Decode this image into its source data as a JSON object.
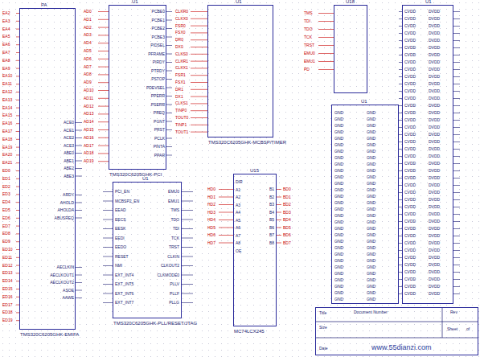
{
  "diagram": {
    "nodes": [
      {
        "text": [
          "PA",
          "TMS320C6205GHK-EMIFA"
        ]
      },
      {
        "text": [
          "U1",
          "TMS320C6205GHK-PCI"
        ]
      },
      {
        "text": [
          "U1",
          "TMS320C6205GHK-MCBSP/TIMER"
        ]
      },
      {
        "text": [
          "U1",
          "TMS320C6205GHK-PLL/RESET/JTAG"
        ]
      },
      {
        "text": [
          "U15",
          "MC74LCX245"
        ]
      },
      {
        "text": [
          "U18"
        ]
      },
      {
        "text": [
          "U1"
        ]
      },
      {
        "text": [
          "U1"
        ]
      },
      {
        "text": [
          "Title",
          "Size",
          "Date"
        ]
      }
    ],
    "labels": [
      "EA2",
      "EA3",
      "EA4",
      "EA5",
      "EA6",
      "EA7",
      "EA8",
      "EA9",
      "EA10",
      "EA11",
      "EA12",
      "EA13",
      "EA14",
      "EA15",
      "EA16",
      "EA17",
      "EA18",
      "EA19",
      "EA20",
      "EA21",
      "ED0",
      "ED1",
      "ED2",
      "ED3",
      "ED4",
      "ED5",
      "ED6",
      "ED7",
      "ED8",
      "ED9",
      "ED10",
      "ED11",
      "ED12",
      "ED13",
      "ED14",
      "ED15",
      "ED16",
      "ED17",
      "ED18",
      "ED19",
      "ACE0",
      "ACE1",
      "ACE2",
      "ACE3",
      "ABE0",
      "ABE1",
      "ABE2",
      "ABE3",
      "ARDY",
      "AHOLD",
      "AHOLDA",
      "ABUSREQ",
      "AECLKIN",
      "AECLKOUT1",
      "AECLKOUT2",
      "ASOE",
      "AAWE",
      "AD0",
      "AD1",
      "AD2",
      "AD3",
      "AD4",
      "AD5",
      "AD6",
      "AD7",
      "AD8",
      "AD9",
      "AD10",
      "AD11",
      "AD12",
      "AD13",
      "AD14",
      "AD15",
      "AD16",
      "AD17",
      "AD18",
      "AD19",
      "PCBE0",
      "PCBE1",
      "PCBE2",
      "PCBE3",
      "PIDSEL",
      "PFRAME",
      "PIRDY",
      "PTRDY",
      "PSTOP",
      "PDEVSEL",
      "PPERR",
      "PSERR",
      "PREQ",
      "PGNT",
      "PRST",
      "PCLK",
      "PINTA",
      "PPAR",
      "CLKR0",
      "CLKX0",
      "FSR0",
      "FSX0",
      "DR0",
      "DX0",
      "CLKS0",
      "CLKR1",
      "CLKX1",
      "FSR1",
      "FSX1",
      "DR1",
      "DX1",
      "CLKS1",
      "TINP0",
      "TOUT0",
      "TINP1",
      "TOUT1",
      "PCI_EN",
      "MCBSP2_EN",
      "EEAD",
      "EECS",
      "EESK",
      "EEDI",
      "EEDO",
      "RESET",
      "NMI",
      "EXT_INT4",
      "EXT_INT5",
      "EXT_INT6",
      "EXT_INT7",
      "EMU0",
      "EMU1",
      "TMS",
      "TDO",
      "TDI",
      "TCK",
      "TRST",
      "CLKIN",
      "CLKOUT2",
      "CLKMODE0",
      "PLLV",
      "PLLF",
      "PLLG",
      "DIR",
      "A1",
      "A2",
      "A3",
      "A4",
      "A5",
      "A6",
      "A7",
      "A8",
      "OE",
      "B1",
      "B2",
      "B3",
      "B4",
      "B5",
      "B6",
      "B7",
      "B8",
      "HD0",
      "HD1",
      "HD2",
      "HD3",
      "HD4",
      "HD5",
      "HD6",
      "HD7",
      "BD0",
      "BD1",
      "BD2",
      "BD3",
      "BD4",
      "BD5",
      "BD6",
      "BD7",
      "TMS",
      "TDI",
      "TDO",
      "TCK",
      "TRST",
      "EMU0",
      "EMU1",
      "PD",
      "GND",
      "GND",
      "GND",
      "GND",
      "GND",
      "GND",
      "GND",
      "GND",
      "GND",
      "GND",
      "GND",
      "GND",
      "GND",
      "GND",
      "GND",
      "GND",
      "GND",
      "GND",
      "GND",
      "GND",
      "GND",
      "GND",
      "GND",
      "GND",
      "GND",
      "GND",
      "GND",
      "GND",
      "GND",
      "GND",
      "GND",
      "GND",
      "GND",
      "GND",
      "GND",
      "GND",
      "GND",
      "GND",
      "GND",
      "GND",
      "GND",
      "GND",
      "GND",
      "GND",
      "GND",
      "GND",
      "GND",
      "GND",
      "GND",
      "GND",
      "GND",
      "GND",
      "GND",
      "GND",
      "GND",
      "GND",
      "GND",
      "GND",
      "GND",
      "GND",
      "CVDD",
      "CVDD",
      "CVDD",
      "CVDD",
      "CVDD",
      "CVDD",
      "CVDD",
      "CVDD",
      "CVDD",
      "CVDD",
      "CVDD",
      "CVDD",
      "CVDD",
      "CVDD",
      "CVDD",
      "CVDD",
      "CVDD",
      "CVDD",
      "CVDD",
      "CVDD",
      "CVDD",
      "CVDD",
      "CVDD",
      "CVDD",
      "CVDD",
      "CVDD",
      "CVDD",
      "CVDD",
      "CVDD",
      "CVDD",
      "CVDD",
      "CVDD",
      "CVDD",
      "CVDD",
      "CVDD",
      "CVDD",
      "CVDD",
      "CVDD",
      "CVDD",
      "CVDD",
      "DVDD",
      "DVDD",
      "DVDD",
      "DVDD",
      "DVDD",
      "DVDD",
      "DVDD",
      "DVDD",
      "DVDD",
      "DVDD",
      "DVDD",
      "DVDD",
      "DVDD",
      "DVDD",
      "DVDD",
      "DVDD",
      "DVDD",
      "DVDD",
      "DVDD",
      "DVDD",
      "DVDD",
      "DVDD",
      "DVDD",
      "DVDD",
      "DVDD",
      "DVDD",
      "DVDD",
      "DVDD",
      "DVDD",
      "DVDD",
      "DVDD",
      "DVDD",
      "DVDD",
      "DVDD",
      "DVDD",
      "DVDD",
      "DVDD",
      "DVDD",
      "DVDD",
      "DVDD",
      "Document Number",
      "Rev",
      "Sheet",
      "of",
      "www.55dianzi.com"
    ]
  }
}
